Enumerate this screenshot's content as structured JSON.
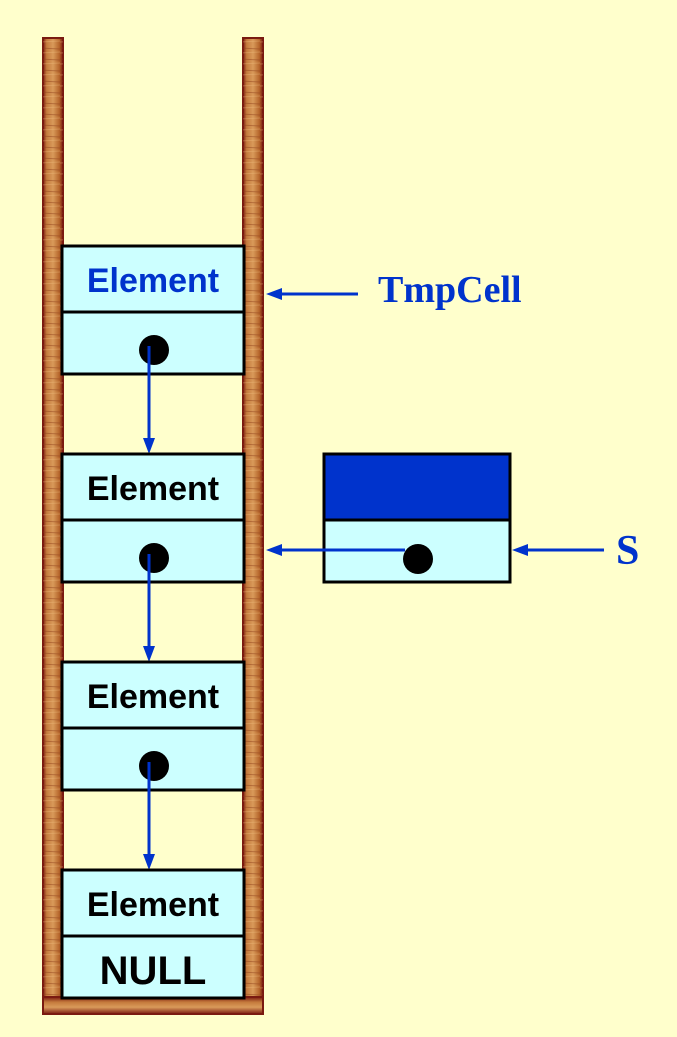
{
  "colors": {
    "background": "#ffffcc",
    "cell_fill": "#ccffff",
    "tube_wood": "#b5652a",
    "tube_edge": "#7a1a10",
    "arrow": "#0033cc",
    "highlight_text": "#0033cc",
    "new_cell_top": "#0033cc",
    "border": "#000000"
  },
  "stack_cells": [
    {
      "element_label": "Element",
      "next": "pointer",
      "highlighted": true
    },
    {
      "element_label": "Element",
      "next": "pointer",
      "highlighted": false
    },
    {
      "element_label": "Element",
      "next": "pointer",
      "highlighted": false
    },
    {
      "element_label": "Element",
      "next": "NULL",
      "highlighted": false
    }
  ],
  "pointers": {
    "tmpcell_label": "TmpCell",
    "s_label": "S"
  },
  "icons": {
    "pointer_dot": "filled-circle",
    "arrow": "arrow-left"
  }
}
